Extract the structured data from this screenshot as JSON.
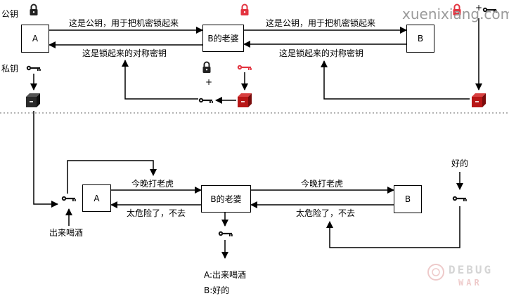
{
  "labels": {
    "public_key": "公钥",
    "private_key": "私钥",
    "plus": "+",
    "top_arrow1": "这是公钥，用于把机密锁起来",
    "top_arrow2": "这是公钥，用于把机密锁起来",
    "top_ret1": "这是锁起来的对称密钥",
    "top_ret2": "这是锁起来的对称密钥",
    "bot_arrow1": "今晚打老虎",
    "bot_arrow2": "今晚打老虎",
    "bot_ret1": "太危险了，不去",
    "bot_ret2": "太危险了，不去",
    "drink": "出来喝酒",
    "ok": "好的",
    "result_a": "A:出来喝酒",
    "result_b": "B:好的"
  },
  "nodes": {
    "top_a": "A",
    "top_wife": "B的老婆",
    "top_b": "B",
    "bot_a": "A",
    "bot_wife": "B的老婆",
    "bot_b": "B"
  },
  "watermark": {
    "site": "xuenixiang.com",
    "debug_top": "DEBUG",
    "debug_bottom": "WAR"
  },
  "colors": {
    "lock_red": "#e3333f",
    "box_red": "#b81616",
    "line": "#000000",
    "divider": "#9a9a9a"
  },
  "icons": [
    "lock-icon",
    "key-icon",
    "locked-box-icon"
  ]
}
